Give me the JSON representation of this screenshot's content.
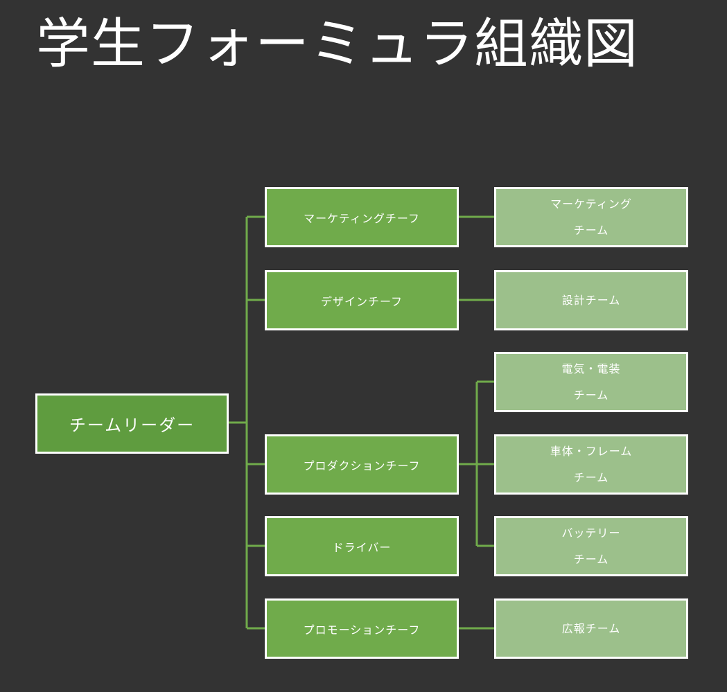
{
  "title": "学生フォーミュラ組織図",
  "colors": {
    "background": "#333333",
    "root_fill": "#5f9c3f",
    "chief_fill": "#70ab4b",
    "team_fill": "#9cc08b",
    "connector": "#70ab4b",
    "border": "#ffffff"
  },
  "org": {
    "root": "チームリーダー",
    "chiefs": [
      "マーケティングチーフ",
      "デザインチーフ",
      "プロダクションチーフ",
      "ドライバー",
      "プロモーションチーフ"
    ],
    "teams": {
      "marketing": [
        "マーケティング",
        "チーム"
      ],
      "design": "設計チーム",
      "electrical": [
        "電気・電装",
        "チーム"
      ],
      "body": [
        "車体・フレーム",
        "チーム"
      ],
      "battery": [
        "バッテリー",
        "チーム"
      ],
      "pr": "広報チーム"
    }
  }
}
